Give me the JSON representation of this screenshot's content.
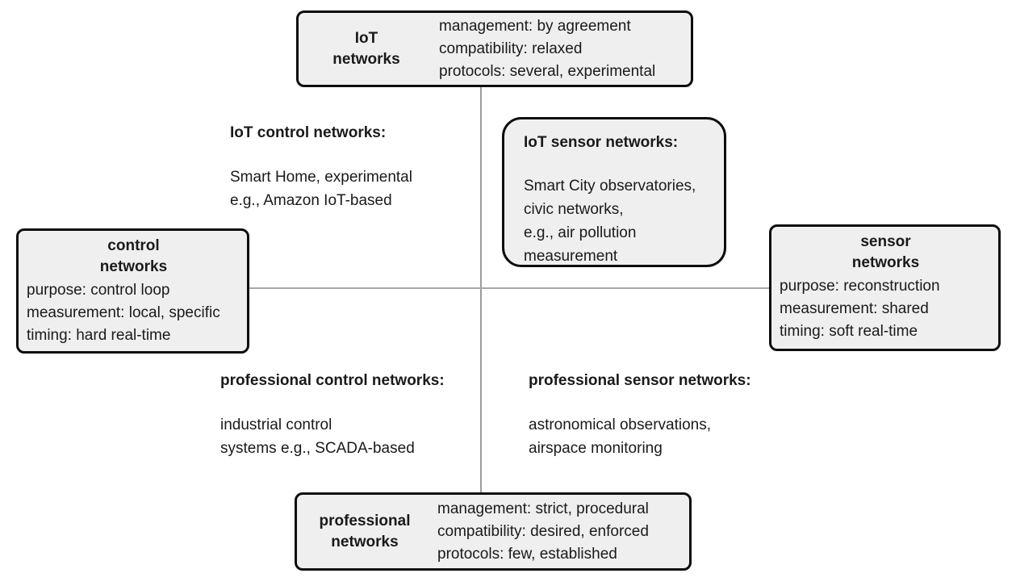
{
  "diagram": {
    "background": "#ffffff",
    "colors": {
      "box_fill": "#efefef",
      "box_border": "#0d0d0d",
      "axis_line": "#a0a0a0",
      "text": "#1a1a1a"
    },
    "nodes": {
      "iot": {
        "title": "IoT\nnetworks",
        "details": "management: by agreement\ncompatibility: relaxed\nprotocols: several, experimental"
      },
      "control": {
        "title": "control\nnetworks",
        "details": "purpose: control loop\nmeasurement: local, specific\ntiming: hard real-time"
      },
      "sensor": {
        "title": "sensor\nnetworks",
        "details": "purpose: reconstruction\nmeasurement: shared\ntiming: soft real-time"
      },
      "professional": {
        "title": "professional\nnetworks",
        "details": "management: strict, procedural\ncompatibility: desired, enforced\nprotocols: few, established"
      },
      "iot_sensor": {
        "title": "IoT sensor networks:",
        "details": "Smart City observatories,\ncivic networks,\ne.g., air pollution\nmeasurement"
      }
    },
    "quadrants": {
      "iot_control": {
        "title": "IoT control networks:",
        "details": "Smart Home, experimental\ne.g., Amazon IoT-based"
      },
      "professional_control": {
        "title": "professional control networks:",
        "details": "industrial control\nsystems e.g., SCADA-based"
      },
      "professional_sensor": {
        "title": "professional sensor networks:",
        "details": "astronomical observations,\nairspace monitoring"
      }
    }
  }
}
